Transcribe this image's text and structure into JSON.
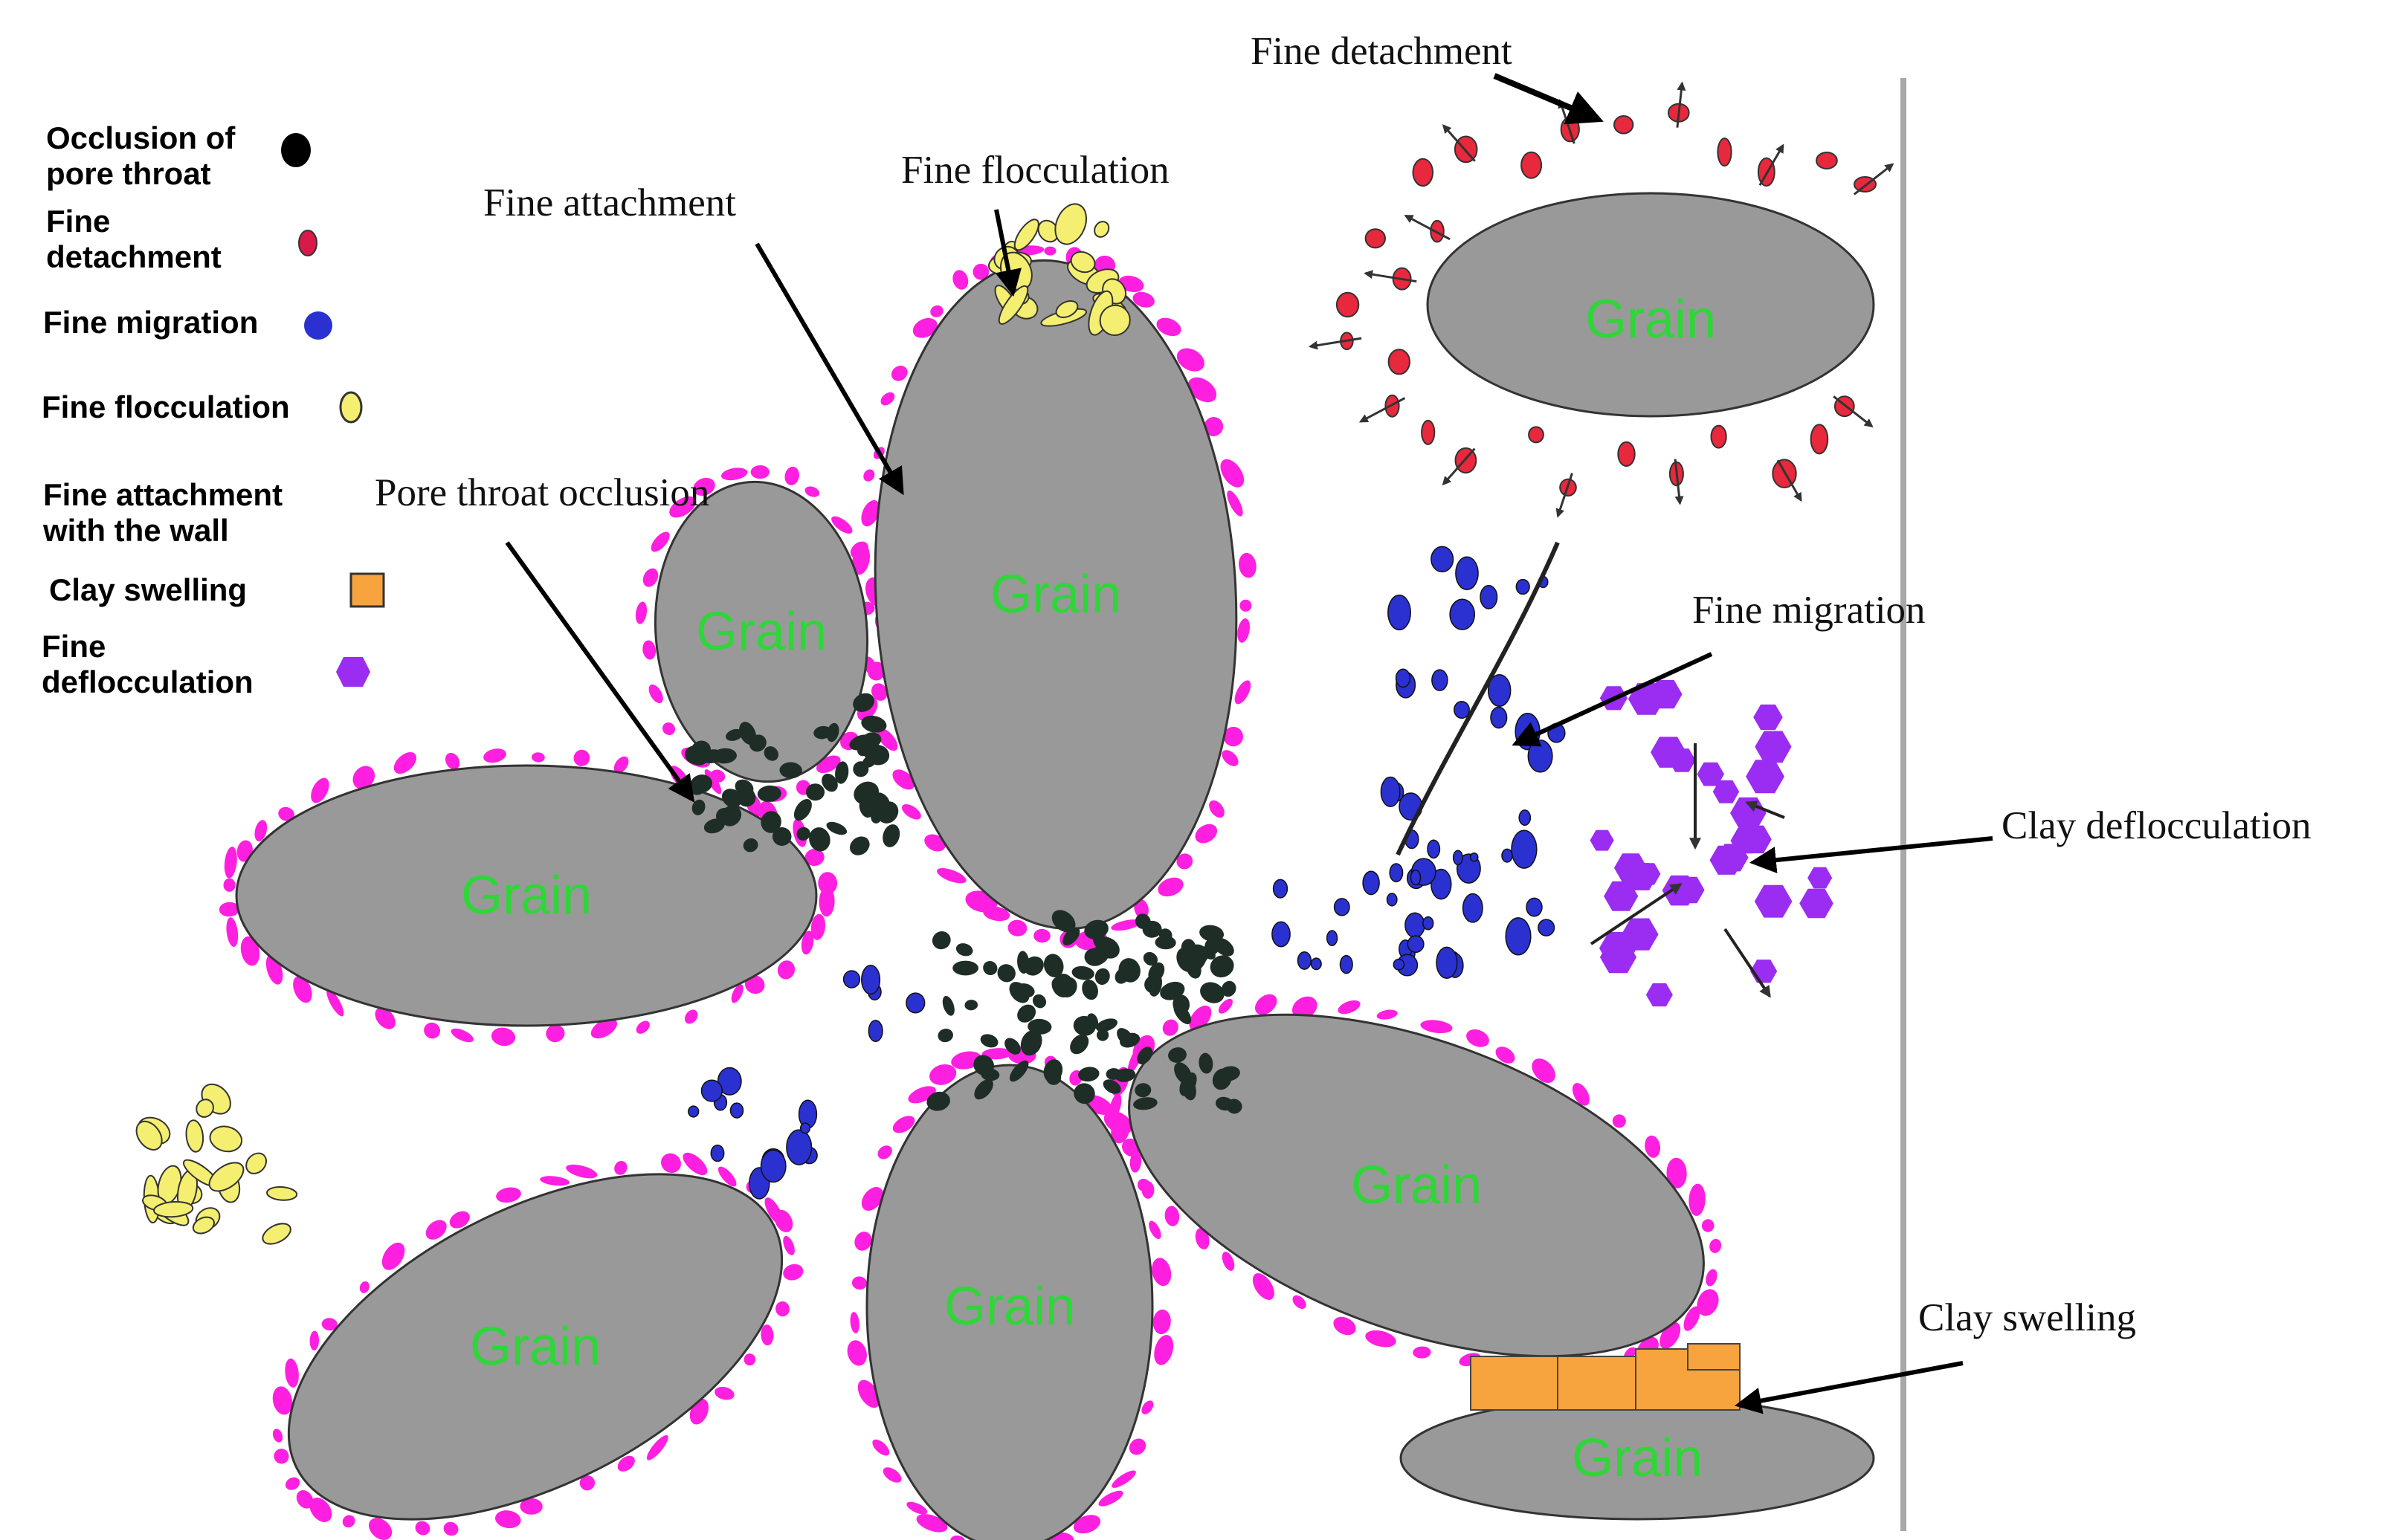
{
  "colors": {
    "occlusion": "#1f2d27",
    "detachment": "#e8283c",
    "migration": "#2a31d0",
    "flocculation": "#f4ef70",
    "attachment": "#ff1fe0",
    "swelling": "#f7a33e",
    "deflocculation": "#9b2cf2",
    "grain_fill": "#999999",
    "legend_text": "#3ed63e",
    "grain_text": "#2ed638",
    "wall": "#a8a8a8"
  },
  "legend": {
    "occlusion": [
      "Occlusion of",
      "pore throat"
    ],
    "detachment": [
      "Fine",
      "detachment"
    ],
    "migration": [
      "Fine migration"
    ],
    "flocculation": [
      "Fine flocculation"
    ],
    "attachment": [
      "Fine attachment",
      "with the wall"
    ],
    "swelling": [
      "Clay swelling"
    ],
    "deflocculation": [
      "Fine",
      "deflocculation"
    ]
  },
  "grain_label": "Grain",
  "callouts": {
    "fine_detachment": "Fine detachment",
    "fine_flocculation": "Fine flocculation",
    "fine_attachment": "Fine attachment",
    "pore_throat_occlusion": "Pore throat occlusion",
    "fine_migration": "Fine migration",
    "clay_deflocculation": "Clay deflocculation",
    "clay_swelling": "Clay swelling"
  }
}
